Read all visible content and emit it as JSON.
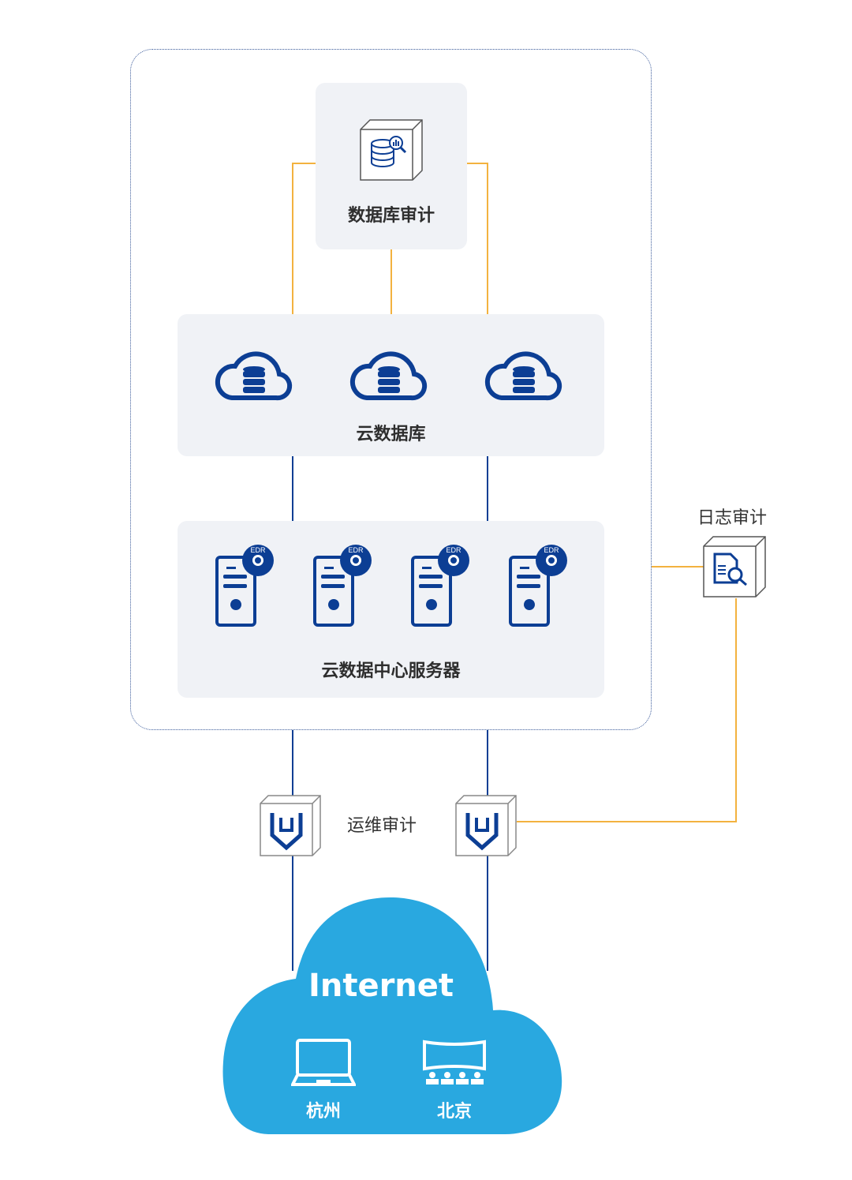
{
  "colors": {
    "primary_blue": "#0c3e94",
    "audit_line_orange": "#f3b23f",
    "panel_bg": "#f0f2f6",
    "internet_cloud": "#29a8e0"
  },
  "database_audit": {
    "label": "数据库审计",
    "icon": "database-search-icon"
  },
  "cloud_db": {
    "label": "云数据库",
    "items": [
      {
        "icon": "cloud-database-icon"
      },
      {
        "icon": "cloud-database-icon"
      },
      {
        "icon": "cloud-database-icon"
      }
    ]
  },
  "servers": {
    "label": "云数据中心服务器",
    "badge": "EDR",
    "items": [
      {
        "icon": "server-icon"
      },
      {
        "icon": "server-icon"
      },
      {
        "icon": "server-icon"
      },
      {
        "icon": "server-icon"
      }
    ]
  },
  "log_audit": {
    "label": "日志审计",
    "icon": "document-search-icon"
  },
  "ops_audit": {
    "label": "运维审计",
    "icon": "shield-icon"
  },
  "internet": {
    "label": "Internet",
    "locations": [
      {
        "label": "杭州",
        "icon": "laptop-icon"
      },
      {
        "label": "北京",
        "icon": "video-wall-icon"
      }
    ]
  }
}
